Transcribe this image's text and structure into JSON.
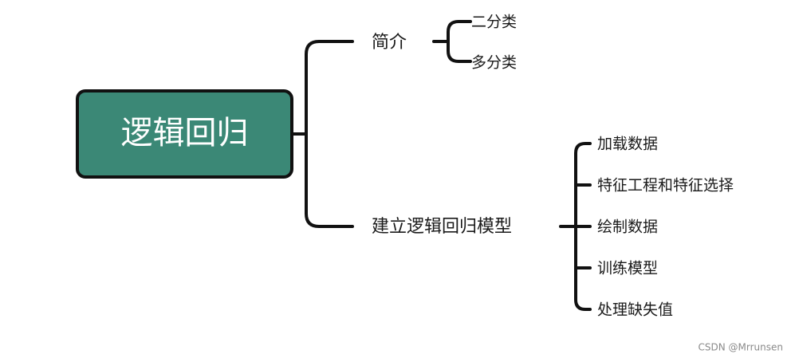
{
  "root": {
    "label": "逻辑回归",
    "fill": "#3b8876"
  },
  "branches": [
    {
      "label": "简介",
      "children": [
        "二分类",
        "多分类"
      ]
    },
    {
      "label": "建立逻辑回归模型",
      "children": [
        "加载数据",
        "特征工程和特征选择",
        "绘制数据",
        "训练模型",
        "处理缺失值"
      ]
    }
  ],
  "watermark": "CSDN @Mrrunsen"
}
